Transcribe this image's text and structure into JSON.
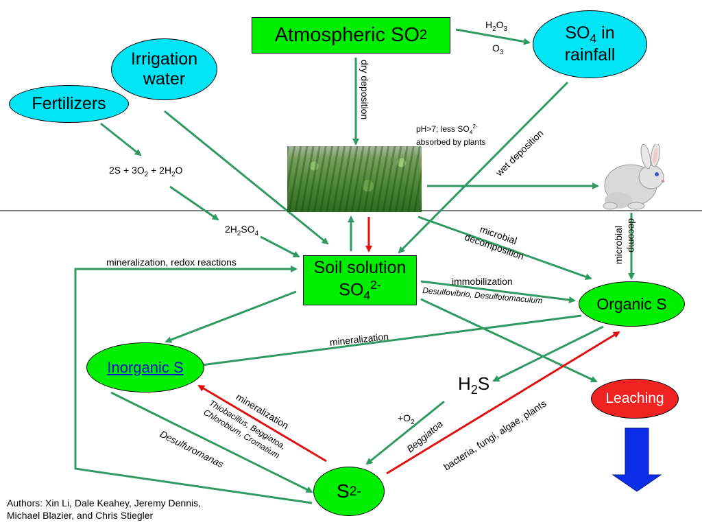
{
  "nodes": {
    "atmospheric_so2": {
      "text": "Atmospheric SO",
      "sub": "2"
    },
    "so4_rainfall": {
      "line1_text": "SO",
      "line1_sub": "4",
      "line1_rest": " in",
      "line2": "rainfall"
    },
    "irrigation_water": {
      "line1": "Irrigation",
      "line2": "water"
    },
    "fertilizers": {
      "text": "Fertilizers"
    },
    "soil_solution": {
      "line1": "Soil solution",
      "line2_text": "SO",
      "line2_sub": "4",
      "line2_sup": "2-"
    },
    "organic_s": {
      "text": "Organic S"
    },
    "inorganic_s": {
      "text": "Inorganic S"
    },
    "h2s": {
      "a": "H",
      "sub": "2",
      "b": "S"
    },
    "s2": {
      "text": "S",
      "sup": "2-"
    },
    "leaching": {
      "text": "Leaching"
    }
  },
  "labels": {
    "h2o3": {
      "a": "H",
      "sub1": "2",
      "b": "O",
      "sub2": "3"
    },
    "o3": {
      "a": "O",
      "sub": "3"
    },
    "dry_deposition": "dry deposition",
    "wet_deposition": "wet deposition",
    "ph_note_line1_a": "pH>7; less SO",
    "ph_note_line1_sub": "4",
    "ph_note_line1_sup": "2-",
    "ph_note_line2": "absorbed by plants",
    "equation": {
      "a": "2S + 3O",
      "s1": "2",
      "b": " + 2H",
      "s2": "2",
      "c": "O"
    },
    "h2so4": {
      "a": "2H",
      "s1": "2",
      "b": "SO",
      "s2": "4"
    },
    "mineralization_redox": "mineralization, redox reactions",
    "microbial_decomposition_1": "microbial",
    "microbial_decomposition_2": "decomposition",
    "microbial_vert": "microbial",
    "decomp_vert": "decomp",
    "immobilization": "immobilization",
    "desulfovibrio": "Desulfovibrio, Desulfotomaculum",
    "mineralization_mid": "mineralization",
    "mineralization_lower": "mineralization",
    "thiobacillus_1": "Thiobacillus, Beggiatoa,",
    "thiobacillus_2": "Chlorobium, Cromatium",
    "desulfuromanas": "Desulfuromanas",
    "plus_o2": {
      "a": "+O",
      "sub": "2"
    },
    "beggiatoa": "Beggiatoa",
    "bacteria": "bacteria, fungi, algae, plants"
  },
  "authors": {
    "line1": "Authors:  Xin Li, Dale Keahey, Jeremy Dennis,",
    "line2": "Michael Blazier, and Chris Stiegler"
  },
  "colors": {
    "green_arrow": "#2e9a62",
    "red_arrow": "#e01010",
    "blue_arrow": "#0a2ee8",
    "node_green": "#00ee00",
    "node_cyan": "#00e5f5",
    "node_red": "#f02222",
    "link_blue": "#1010cc"
  },
  "icons": {
    "crop_photo": "soybean-field-photo",
    "rabbit": "rabbit-illustration",
    "leaching_arrow": "down-arrow-icon"
  }
}
